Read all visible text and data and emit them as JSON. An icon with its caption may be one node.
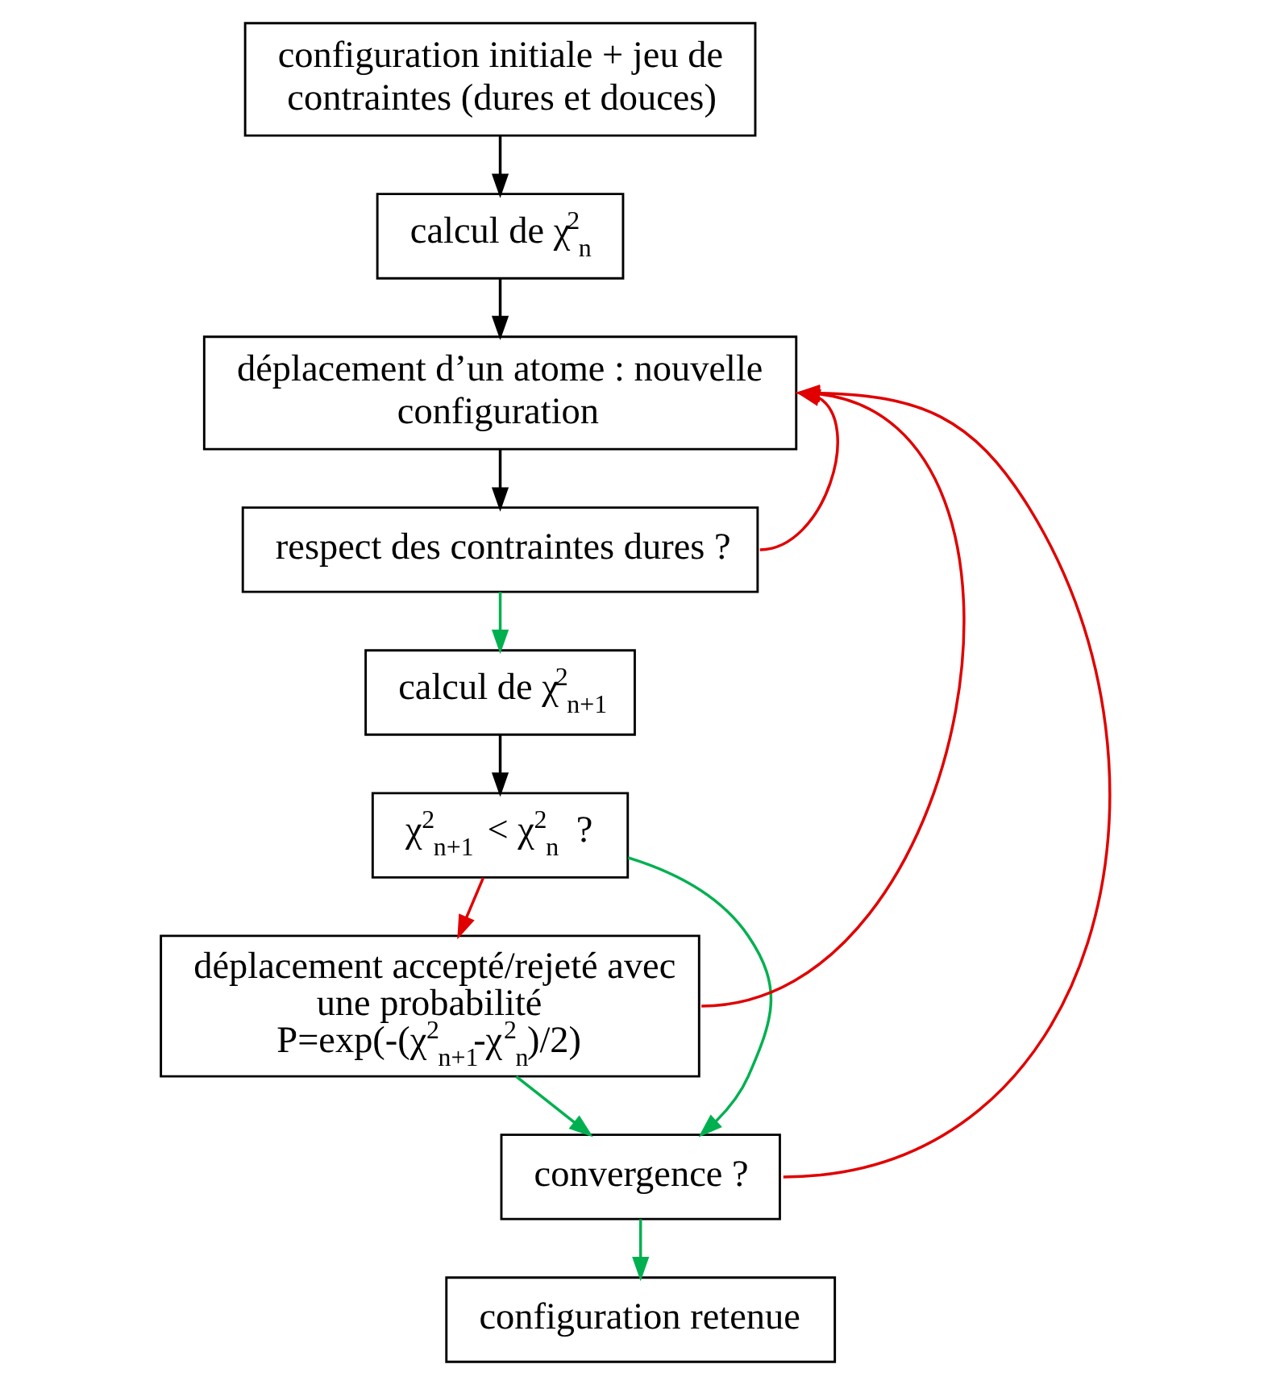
{
  "diagram": {
    "nodes": [
      {
        "text": [
          "configuration initiale + jeu de contraintes (dures et douces)"
        ]
      },
      {
        "text": [
          "calcul de χ$^{2}$$_{n}$"
        ]
      },
      {
        "text": [
          "déplacement d’un atome : nouvelle configuration"
        ]
      },
      {
        "text": [
          "respect des contraintes dures ?"
        ]
      },
      {
        "text": [
          "calcul de χ$^{2}$$_{n+1}$"
        ]
      },
      {
        "text": [
          "χ$^{2}$$_{n+1}$ < χ$^{2}$$_{n}$ ?"
        ]
      },
      {
        "text": [
          "déplacement accepté/rejeté avec une probabilité P=exp(-(χ$^{2}$$_{n+1}$-χ$^{2}$$_{n}$)/2)"
        ]
      },
      {
        "text": [
          "convergence ?"
        ]
      },
      {
        "text": [
          "configuration retenue"
        ]
      }
    ],
    "edges": [
      {
        "from": 0,
        "to": 1,
        "arrow": "to"
      },
      {
        "from": 1,
        "to": 2,
        "arrow": "to"
      },
      {
        "from": 2,
        "to": 3,
        "arrow": "to"
      },
      {
        "from": 3,
        "to": 4,
        "arrow": "to",
        "color": "#00b050"
      },
      {
        "from": 3,
        "to": 2,
        "arrow": "to",
        "color": "#e00000"
      },
      {
        "from": 4,
        "to": 5,
        "arrow": "to"
      },
      {
        "from": 5,
        "to": 6,
        "arrow": "to",
        "color": "#e00000"
      },
      {
        "from": 6,
        "to": 2,
        "arrow": "to",
        "color": "#e00000"
      },
      {
        "from": 5,
        "to": 7,
        "arrow": "to",
        "color": "#00b050"
      },
      {
        "from": 6,
        "to": 7,
        "arrow": "to",
        "color": "#00b050"
      },
      {
        "from": 7,
        "to": 2,
        "arrow": "to",
        "color": "#e00000"
      },
      {
        "from": 7,
        "to": 8,
        "arrow": "to",
        "color": "#00b050"
      }
    ]
  }
}
